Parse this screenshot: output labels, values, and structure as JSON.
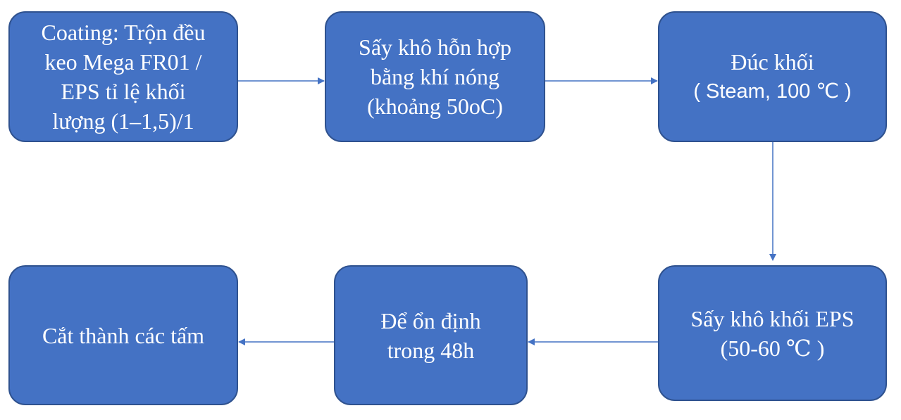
{
  "colors": {
    "node_fill": "#4472c4",
    "node_border": "#2f528f",
    "node_text": "#ffffff",
    "connector": "#4472c4"
  },
  "nodes": {
    "coating": {
      "lines": [
        "Coating: Trộn đều",
        "keo Mega FR01 /",
        "EPS tỉ lệ khối",
        "lượng (1–1,5)/1"
      ]
    },
    "dry_mix": {
      "lines": [
        "Sấy khô hỗn hợp",
        "bằng khí nóng",
        "(khoảng 50oC)"
      ]
    },
    "molding": {
      "lines": [
        "Đúc khối",
        "( Steam, 100 ℃ )"
      ]
    },
    "dry_block": {
      "lines": [
        "Sấy khô khối EPS",
        "(50-60 ℃ )"
      ]
    },
    "stabilize": {
      "lines": [
        "Để ổn định",
        "trong 48h"
      ]
    },
    "cut": {
      "lines": [
        "Cắt thành các tấm"
      ]
    }
  }
}
